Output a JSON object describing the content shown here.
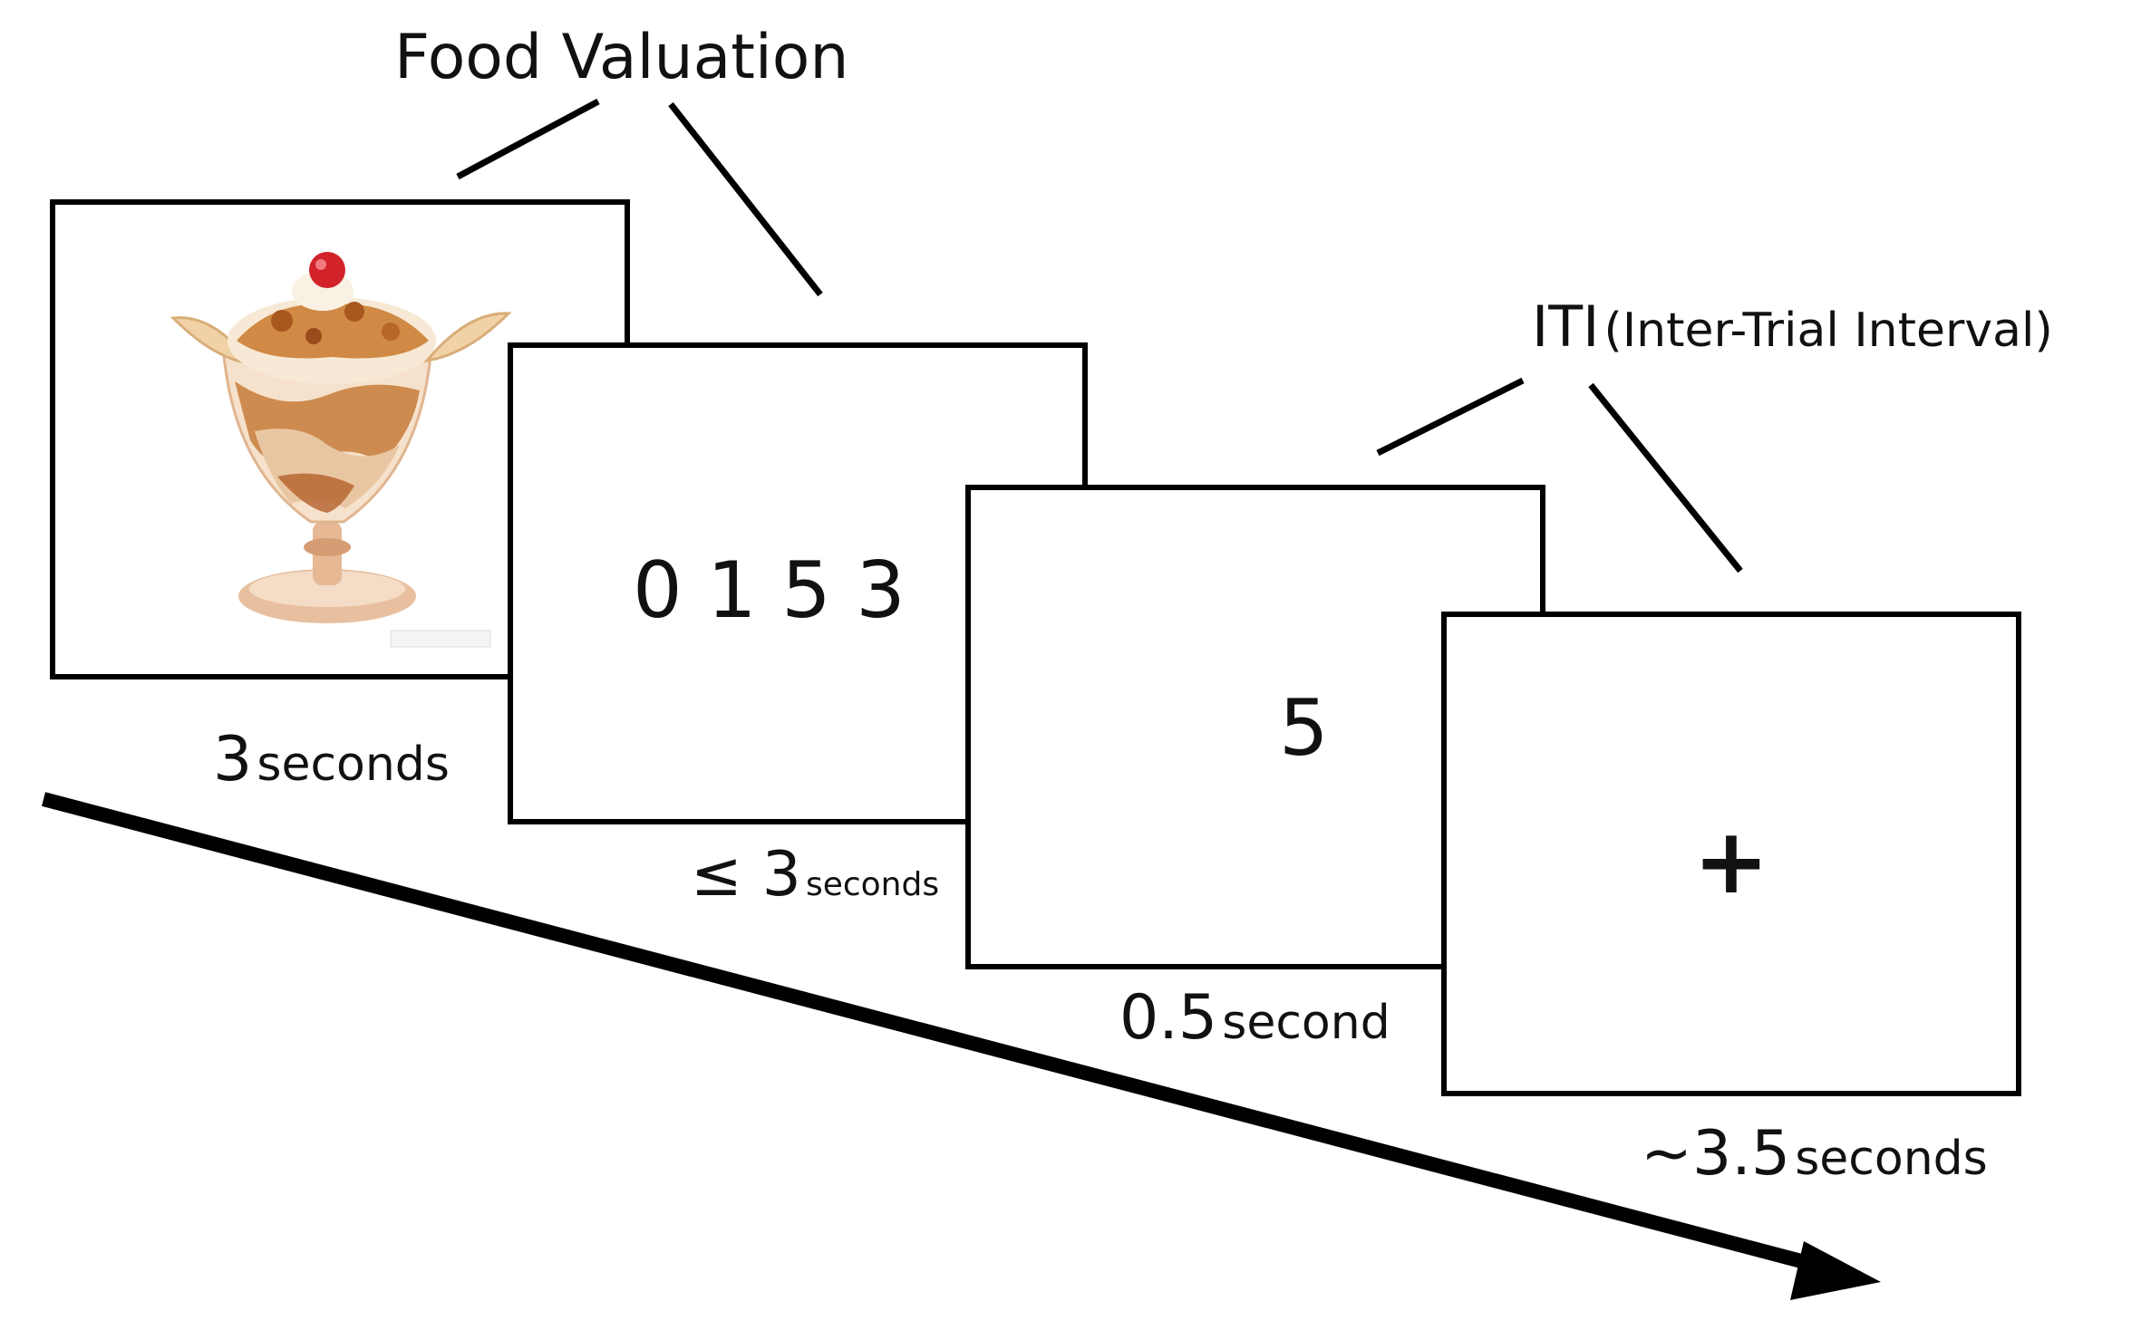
{
  "phases": {
    "food_valuation": {
      "title": "Food Valuation"
    },
    "iti": {
      "abbr": "ITI",
      "full": "(Inter-Trial Interval)"
    }
  },
  "screens": [
    {
      "content": "ice-cream-sundae-image",
      "duration_value": "3",
      "duration_unit": "seconds"
    },
    {
      "content": "0 1 5 3",
      "duration_value": "≤ 3",
      "duration_unit": "seconds"
    },
    {
      "content": "5",
      "duration_value": "0.5",
      "duration_unit": "second"
    },
    {
      "content": "+",
      "duration_value": "~3.5",
      "duration_unit": "seconds"
    }
  ]
}
